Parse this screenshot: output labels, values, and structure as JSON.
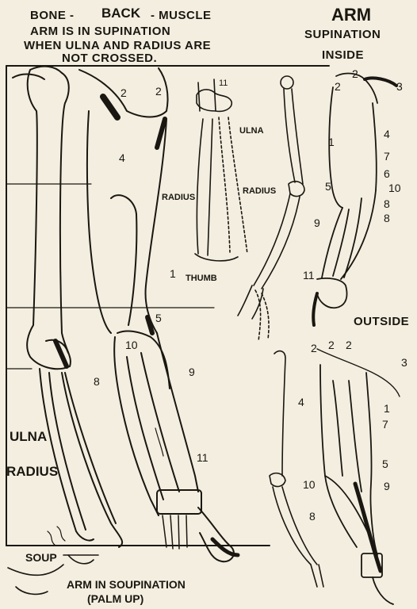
{
  "header": {
    "line1_left": "BONE -",
    "line1_mid": "BACK",
    "line1_right": "- MUSCLE",
    "line2": "ARM IS IN SUPINATION",
    "line3": "WHEN ULNA AND RADIUS ARE",
    "line4": "NOT CROSSED."
  },
  "title": {
    "main": "ARM",
    "sub": "SUPINATION"
  },
  "views": {
    "inside": "INSIDE",
    "outside": "OUTSIDE"
  },
  "bones": {
    "ulna": "ULNA",
    "radius": "RADIUS",
    "thumb": "THUMB",
    "small_ulna": "ULNA",
    "small_radius_left": "RADIUS",
    "small_radius_right": "RADIUS"
  },
  "footer": {
    "soup": "SOUP",
    "caption_line1": "ARM IN SOUPINATION",
    "caption_line2": "(PALM UP)"
  },
  "muscle_numbers": {
    "main": [
      "2",
      "2",
      "4",
      "1",
      "5",
      "10",
      "8",
      "9",
      "11"
    ],
    "small_bone": [
      "11"
    ],
    "inside": [
      "2",
      "2",
      "3",
      "1",
      "4",
      "7",
      "6",
      "5",
      "10",
      "8",
      "8",
      "9",
      "11"
    ],
    "outside": [
      "2",
      "2",
      "2",
      "3",
      "4",
      "1",
      "7",
      "5",
      "10",
      "9",
      "8"
    ]
  }
}
